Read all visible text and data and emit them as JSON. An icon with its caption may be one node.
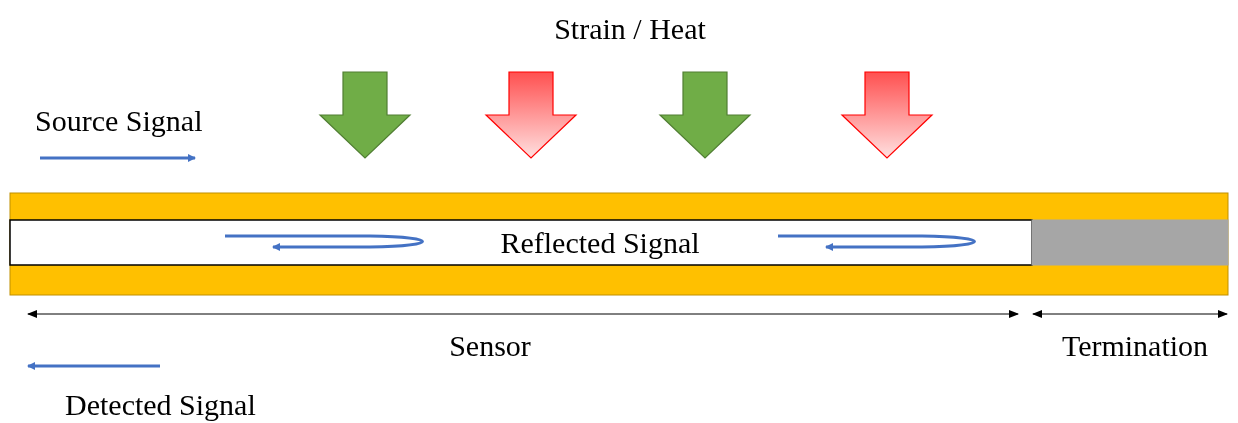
{
  "diagram": {
    "labels": [
      "Strain / Heat",
      "Source Signal",
      "Reflected Signal",
      "Sensor",
      "Termination",
      "Detected Signal"
    ]
  }
}
